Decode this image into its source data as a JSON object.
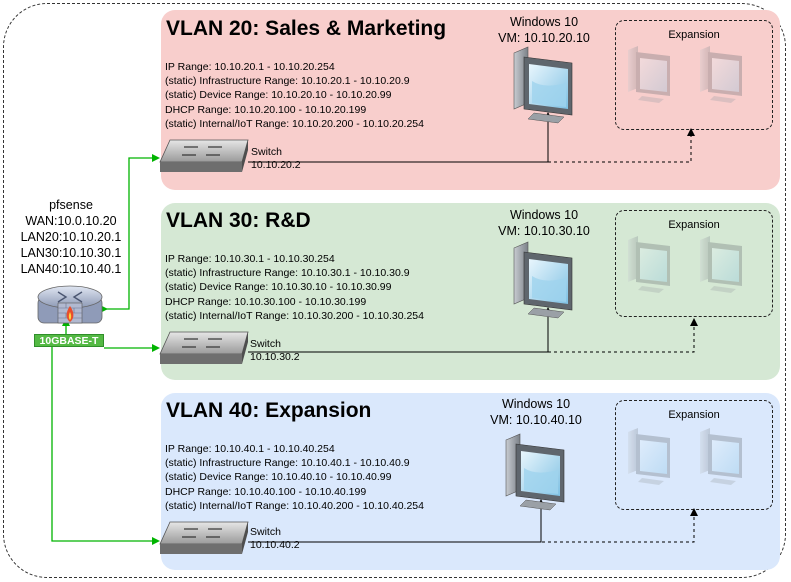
{
  "firewall": {
    "name": "pfsense",
    "wan": "WAN:10.0.10.20",
    "lan20": "LAN20:10.10.20.1",
    "lan30": "LAN30:10.10.30.1",
    "lan40": "LAN40:10.10.40.1",
    "uplink_badge": "10GBASE-T"
  },
  "vlans": [
    {
      "title": "VLAN 20: Sales & Marketing",
      "ranges": [
        " IP Range: 10.10.20.1 - 10.10.20.254",
        "(static) Infrastructure Range: 10.10.20.1 - 10.10.20.9",
        "(static) Device Range: 10.10.20.10 - 10.10.20.99",
        "DHCP Range: 10.10.20.100 - 10.10.20.199",
        "(static) Internal/IoT Range: 10.10.20.200 - 10.10.20.254"
      ],
      "vm_name": "Windows 10",
      "vm_ip": "VM: 10.10.20.10",
      "expansion_label": "Expansion",
      "switch_label": "Switch",
      "switch_ip": "10.10.20.2"
    },
    {
      "title": "VLAN 30: R&D",
      "ranges": [
        "IP Range: 10.10.30.1 - 10.10.30.254",
        "(static) Infrastructure Range: 10.10.30.1 - 10.10.30.9",
        "(static) Device Range: 10.10.30.10 - 10.10.30.99",
        "DHCP Range: 10.10.30.100 - 10.10.30.199",
        "(static) Internal/IoT Range: 10.10.30.200 - 10.10.30.254"
      ],
      "vm_name": "Windows 10",
      "vm_ip": "VM: 10.10.30.10",
      "expansion_label": "Expansion",
      "switch_label": "Switch",
      "switch_ip": "10.10.30.2"
    },
    {
      "title": "VLAN 40: Expansion",
      "ranges": [
        "IP Range: 10.10.40.1 - 10.10.40.254",
        "(static) Infrastructure Range: 10.10.40.1 - 10.10.40.9",
        "(static) Device Range: 10.10.40.10 - 10.10.40.99",
        "DHCP Range: 10.10.40.100 - 10.10.40.199",
        "(static) Internal/IoT Range: 10.10.40.200 - 10.10.40.254"
      ],
      "vm_name": "Windows 10",
      "vm_ip": "VM: 10.10.40.10",
      "expansion_label": "Expansion",
      "switch_label": "Switch",
      "switch_ip": "10.10.40.2"
    }
  ],
  "colors": {
    "vlan20_fill": "#f8cecc",
    "vlan30_fill": "#d5e8d4",
    "vlan40_fill": "#dae8fc",
    "uplink_green": "#00b400",
    "badge_fill": "#54b944"
  }
}
